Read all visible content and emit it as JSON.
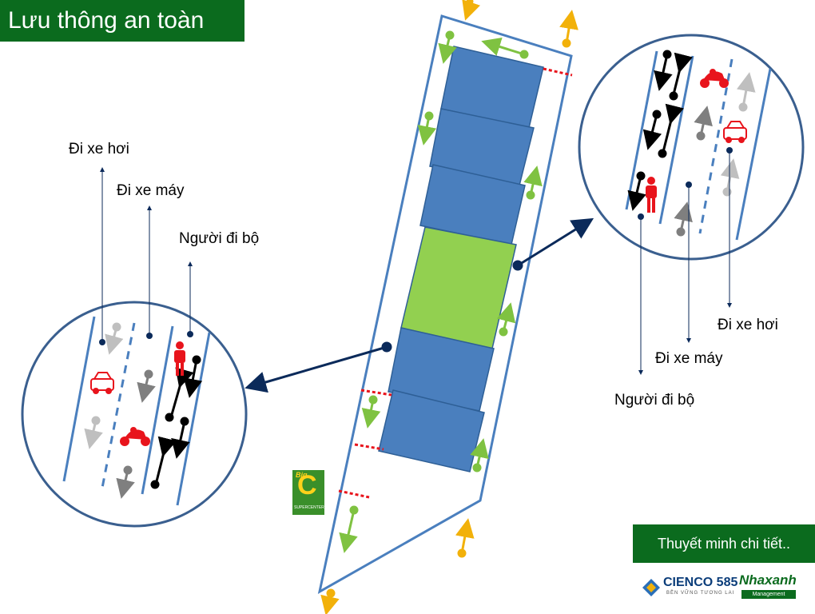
{
  "title": "Lưu thông an toàn",
  "left_labels": {
    "car": "Đi xe hơi",
    "motorbike": "Đi xe máy",
    "pedestrian": "Người đi bộ"
  },
  "right_labels": {
    "car": "Đi xe hơi",
    "motorbike": "Đi xe máy",
    "pedestrian": "Người đi bộ"
  },
  "detail_button": "Thuyết minh chi tiết..",
  "logos": {
    "cienco": "CIENCO 585",
    "cienco_tagline": "BỀN VỮNG TƯƠNG LAI",
    "nhaxanh": "Nhaxanh",
    "nhaxanh_sub": "Management",
    "bigc": "Big",
    "bigc_letter": "C",
    "bigc_sub": "SUPERCENTER"
  },
  "colors": {
    "title_bg": "#0b6b1e",
    "building_blue": "#4a7fbe",
    "building_green": "#92d050",
    "road_line": "#4a7fbe",
    "arrow_green": "#7fc241",
    "arrow_yellow": "#f2b10a",
    "arrow_black": "#000000",
    "arrow_gray": "#7f7f7f",
    "arrow_lightgray": "#bfbfbf",
    "vehicle_red": "#e8141c",
    "connector": "#0b2a5a"
  }
}
